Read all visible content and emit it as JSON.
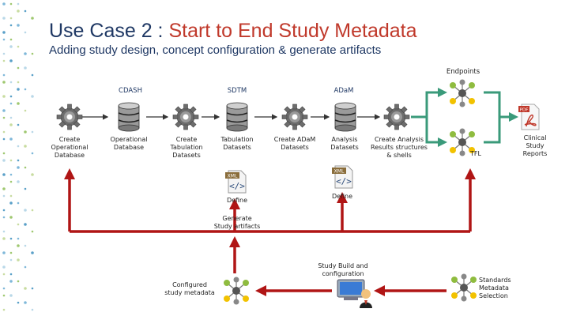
{
  "title": {
    "prefix": "Use Case 2 : ",
    "accent": "Start to End Study Metadata"
  },
  "subtitle": "Adding study design, concept configuration & generate artifacts",
  "colors": {
    "title": "#1f3864",
    "accent": "#c0392b",
    "arrow_red": "#b01515",
    "arrow_green": "#3a9a7a"
  },
  "top_labels": {
    "cdash": "CDASH",
    "sdtm": "SDTM",
    "adam": "ADaM",
    "endpoints": "Endpoints"
  },
  "steps": {
    "create_operational_db": "Create\nOperational\nDatabase",
    "operational_db": "Operational\nDatabase",
    "create_tabulation": "Create\nTabulation\nDatasets",
    "tabulation_datasets": "Tabulation\nDatasets",
    "create_adam": "Create ADaM\nDatasets",
    "analysis_datasets": "Analysis\nDatasets",
    "create_analysis_results": "Create Analysis\nResults structures\n& shells",
    "tfl": "TFL",
    "clinical_study_reports": "Clinical\nStudy\nReports"
  },
  "define_labels": {
    "sdtm_define": "Define",
    "adam_define": "Define",
    "xml_badge": "XML",
    "pdf_badge": "PDF"
  },
  "bottom": {
    "generate": "Generate\nStudy artifacts",
    "study_build": "Study Build and\nconfiguration",
    "configured": "Configured\nstudy metadata",
    "standards": "Standards\nMetadata\nSelection"
  },
  "icons": [
    "gear-icon",
    "database-icon",
    "network-icon",
    "xml-file-icon",
    "pdf-file-icon",
    "user-computer-icon"
  ]
}
